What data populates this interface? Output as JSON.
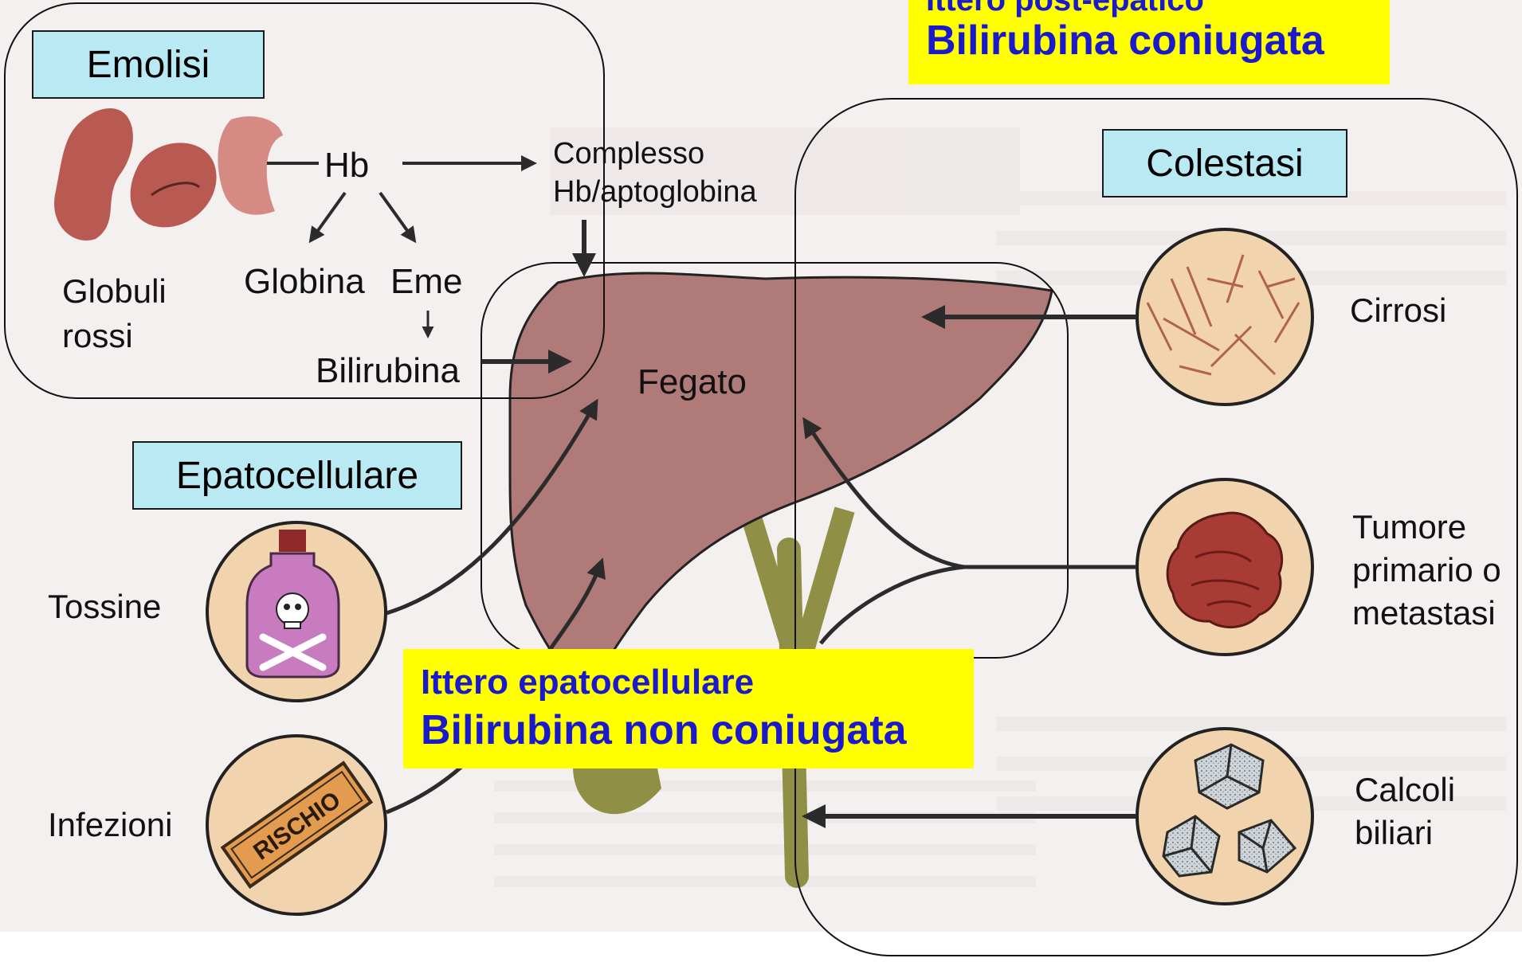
{
  "labels": {
    "emolisi": "Emolisi",
    "colestasi": "Colestasi",
    "epatocellulare": "Epatocellulare"
  },
  "banners": {
    "post_line1": "Ittero post-epatico",
    "post_line2": "Bilirubina coniugata",
    "epato_line1": "Ittero epatocellulare",
    "epato_line2": "Bilirubina non coniugata"
  },
  "terms": {
    "hb": "Hb",
    "complesso_1": "Complesso",
    "complesso_2": "Hb/aptoglobina",
    "globina": "Globina",
    "eme": "Eme",
    "bilirubina": "Bilirubina",
    "globuli_1": "Globuli",
    "globuli_2": "rossi",
    "fegato": "Fegato",
    "cirrosi": "Cirrosi",
    "tumore_1": "Tumore",
    "tumore_2": "primario o",
    "tumore_3": "metastasi",
    "calcoli_1": "Calcoli",
    "calcoli_2": "biliari",
    "tossine": "Tossine",
    "infezioni": "Infezioni",
    "rischio": "RISCHIO"
  },
  "colors": {
    "label_bg": "#b9eaf3",
    "banner_bg": "#ffff00",
    "banner_text": "#1a1acc",
    "liver": "#b07a78",
    "duct": "#8f8f46",
    "rbc": "#b85a52",
    "circle_bg": "#f1d3ad"
  }
}
